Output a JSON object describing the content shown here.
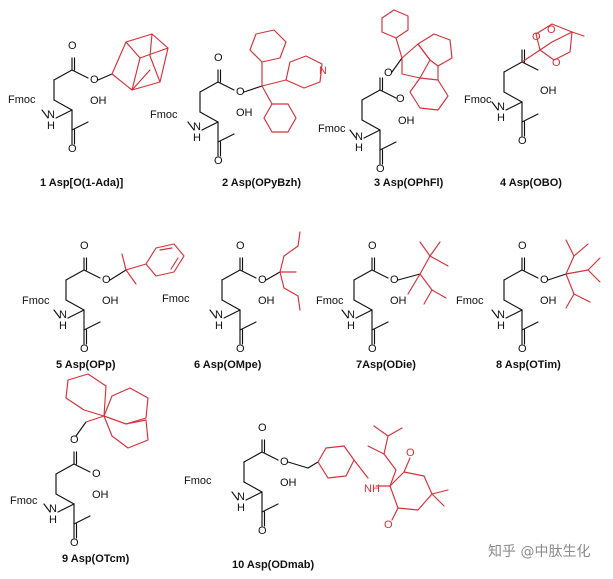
{
  "atoms": {
    "fmoc": "Fmoc",
    "nh_n": "N",
    "nh_h": "H",
    "oh": "OH",
    "o": "O",
    "n": "N",
    "nh": "NH"
  },
  "captions": [
    "1 Asp[O(1-Ada)]",
    "2 Asp(OPyBzh)",
    "3 Asp(OPhFl)",
    "4 Asp(OBO)",
    "5 Asp(OPp)",
    "6 Asp(OMpe)",
    "7Asp(ODie)",
    "8 Asp(OTim)",
    "9 Asp(OTcm)",
    "10 Asp(ODmab)"
  ],
  "watermark": "知乎 @中肽生化",
  "colors": {
    "core": "#111111",
    "protecting_group": "#d8303a",
    "watermark": "#8a8a8a"
  }
}
